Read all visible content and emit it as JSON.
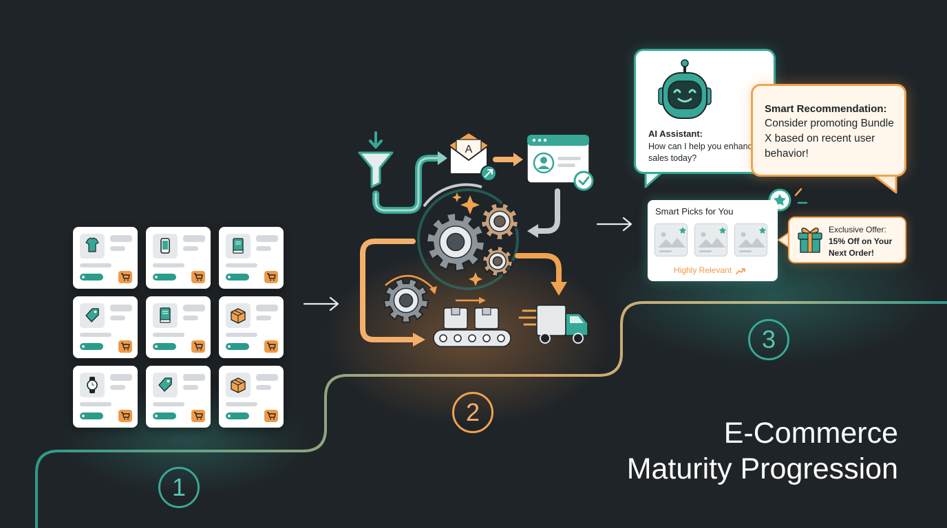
{
  "colors": {
    "background": "#1f2428",
    "teal": "#37a896",
    "orange": "#f09a48",
    "card": "#ffffff",
    "gear_gray": "#8d949a"
  },
  "steps": {
    "one": "1",
    "two": "2",
    "three": "3"
  },
  "stage1": {
    "product_icons": [
      "tshirt-icon",
      "phone-icon",
      "book-icon",
      "tag-icon",
      "book-icon",
      "box-icon",
      "watch-icon",
      "tag-icon",
      "box-icon"
    ]
  },
  "stage2": {
    "envelope_letter": "A",
    "icons": [
      "funnel-icon",
      "envelope-icon",
      "profile-window-icon",
      "gear-icon",
      "conveyor-icon",
      "truck-icon"
    ]
  },
  "stage3": {
    "ai_assistant": {
      "title": "AI Assistant:",
      "body": "How can I help you enhance sales today?"
    },
    "recommendation": {
      "title": "Smart Recommendation:",
      "body": "Consider promoting Bundle X based on recent user behavior!"
    },
    "smart_picks": {
      "title": "Smart Picks for You",
      "footer": "Highly Relevant"
    },
    "offer": {
      "line1": "Exclusive Offer:",
      "line2": "15% Off on Your",
      "line3": "Next Order!"
    }
  },
  "heading": {
    "line1": "E-Commerce",
    "line2": "Maturity Progression"
  }
}
